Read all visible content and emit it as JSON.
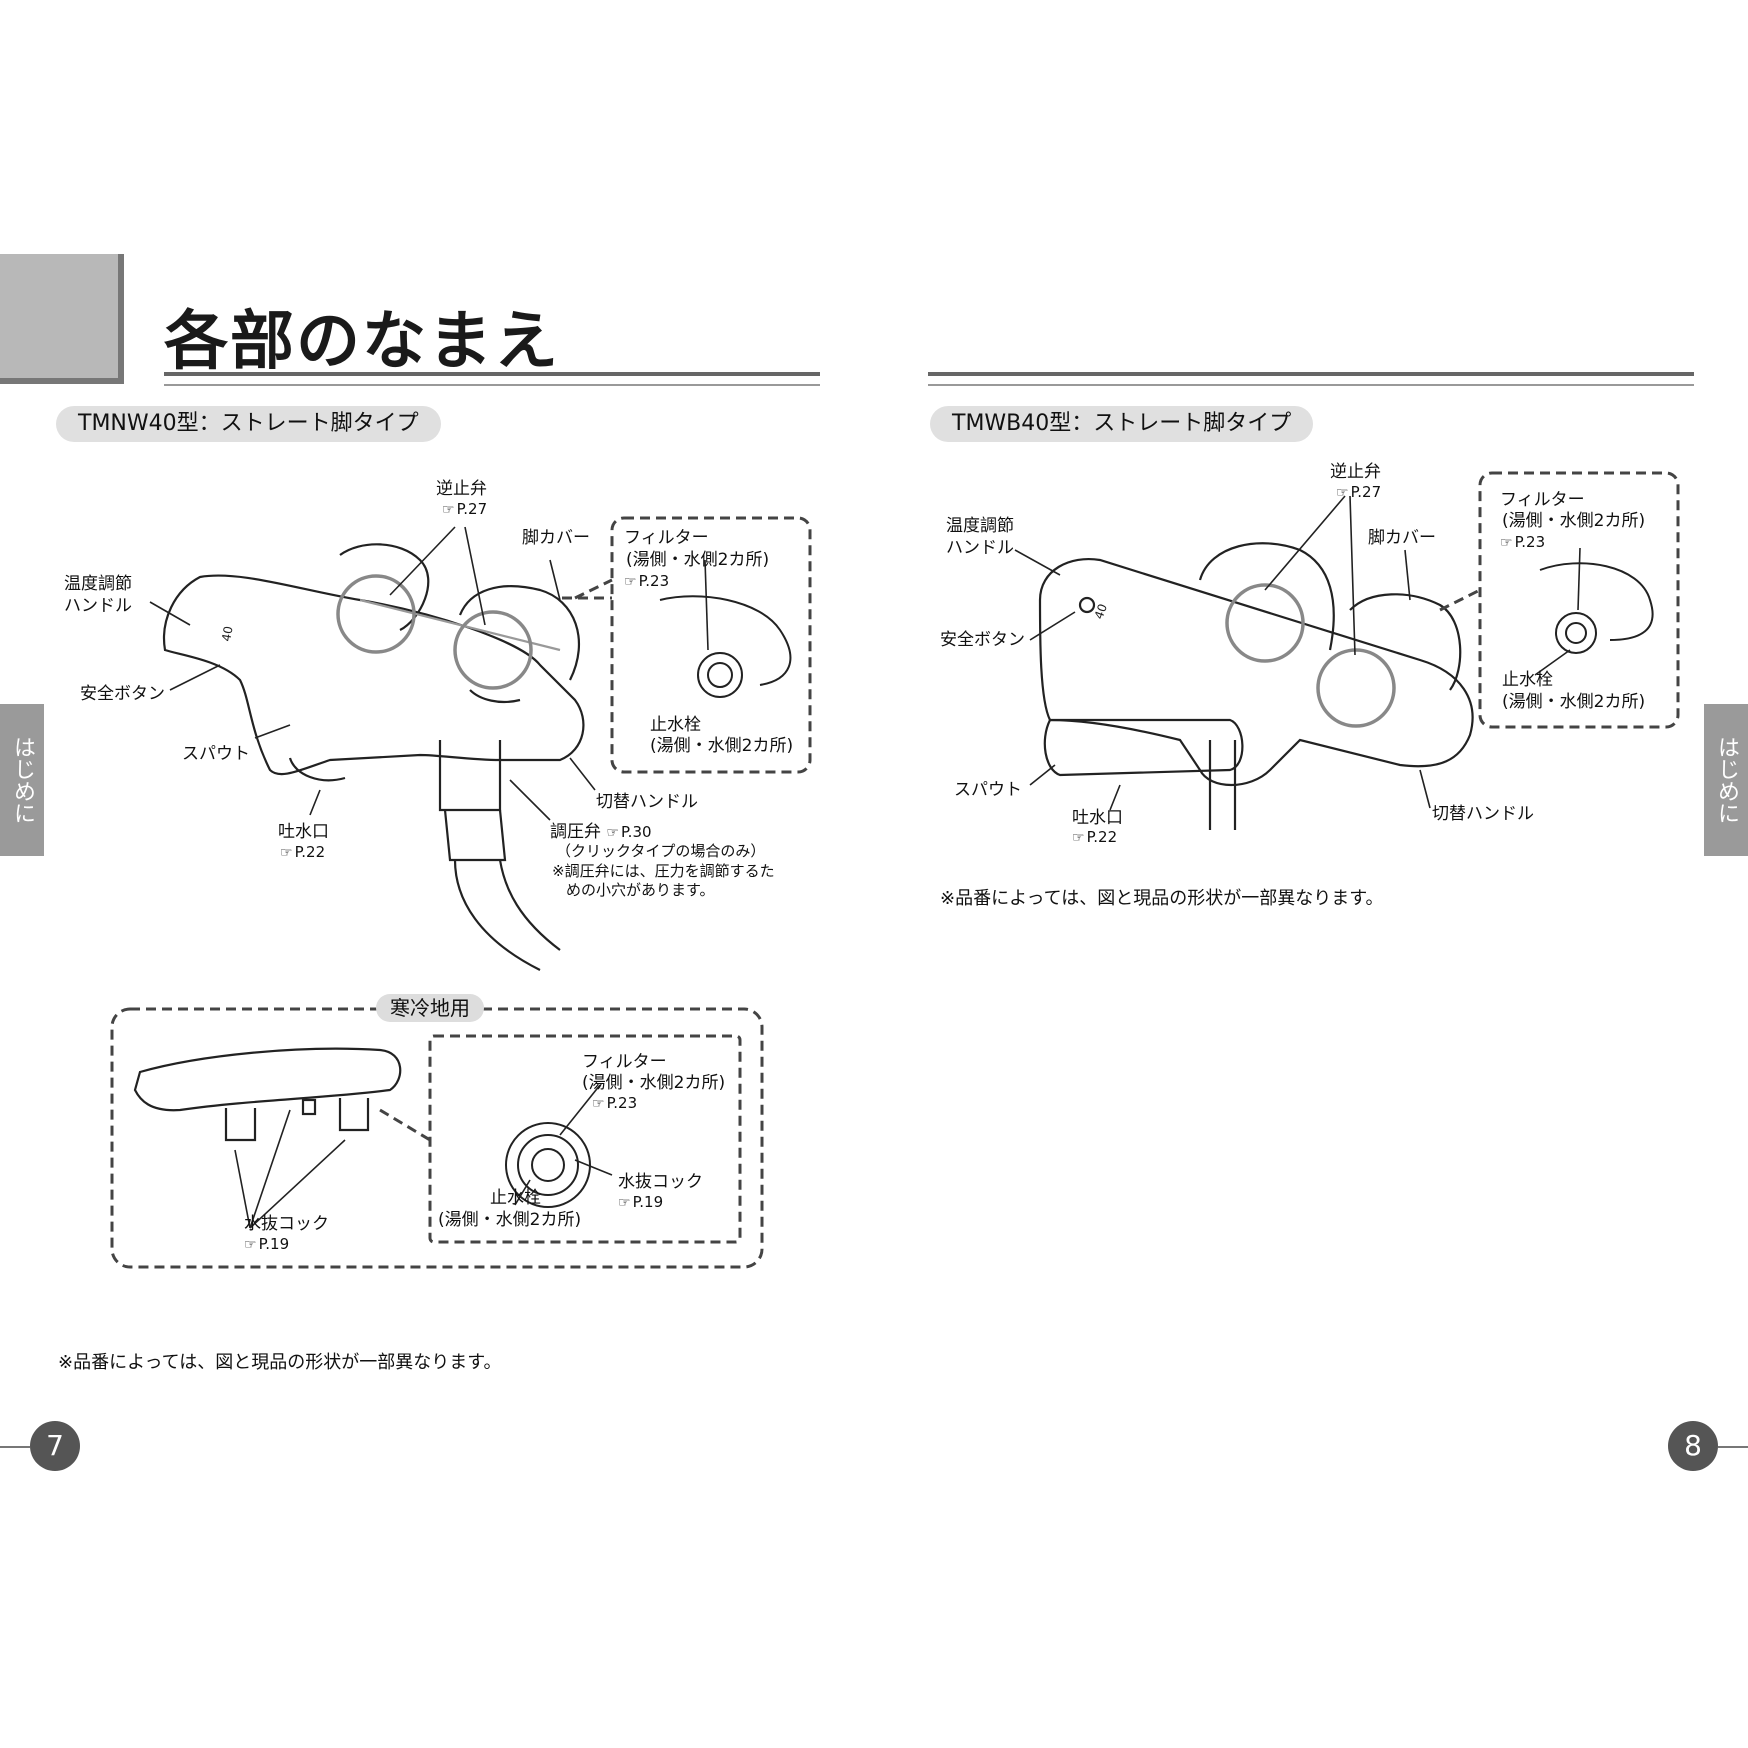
{
  "page_title": "各部のなまえ",
  "side_tab": "はじめに",
  "page_left": "7",
  "page_right": "8",
  "ref_hand_icon": "☞",
  "left": {
    "model": "TMNW40型：ストレート脚タイプ",
    "labels": {
      "check_valve": "逆止弁",
      "check_valve_ref": "P.27",
      "leg_cover": "脚カバー",
      "temp_handle_1": "温度調節",
      "temp_handle_2": "ハンドル",
      "safety_button": "安全ボタン",
      "spout": "スパウト",
      "outlet": "吐水口",
      "outlet_ref": "P.22",
      "filter": "フィルター",
      "filter_sub": "(湯側・水側2カ所)",
      "filter_ref": "P.23",
      "stop_valve": "止水栓",
      "stop_valve_sub": "(湯側・水側2カ所)",
      "switch_handle": "切替ハンドル",
      "pressure_valve": "調圧弁",
      "pressure_valve_ref": "P.30",
      "pressure_note_1": "（クリックタイプの場合のみ）",
      "pressure_note_2": "※調圧弁には、圧力を調節するた",
      "pressure_note_3": "めの小穴があります。"
    },
    "cold_region": {
      "title": "寒冷地用",
      "filter": "フィルター",
      "filter_sub": "(湯側・水側2カ所)",
      "filter_ref": "P.23",
      "drain_cock": "水抜コック",
      "drain_cock_ref": "P.19",
      "stop_valve": "止水栓",
      "stop_valve_sub": "(湯側・水側2カ所)",
      "drain_cock_main": "水抜コック",
      "drain_cock_main_ref": "P.19"
    },
    "footnote": "※品番によっては、図と現品の形状が一部異なります。"
  },
  "right": {
    "model": "TMWB40型：ストレート脚タイプ",
    "labels": {
      "check_valve": "逆止弁",
      "check_valve_ref": "P.27",
      "leg_cover": "脚カバー",
      "temp_handle_1": "温度調節",
      "temp_handle_2": "ハンドル",
      "safety_button": "安全ボタン",
      "spout": "スパウト",
      "outlet": "吐水口",
      "outlet_ref": "P.22",
      "switch_handle": "切替ハンドル",
      "filter": "フィルター",
      "filter_sub": "(湯側・水側2カ所)",
      "filter_ref": "P.23",
      "stop_valve": "止水栓",
      "stop_valve_sub": "(湯側・水側2カ所)"
    },
    "footnote": "※品番によっては、図と現品の形状が一部異なります。"
  },
  "dial_mark": "40"
}
